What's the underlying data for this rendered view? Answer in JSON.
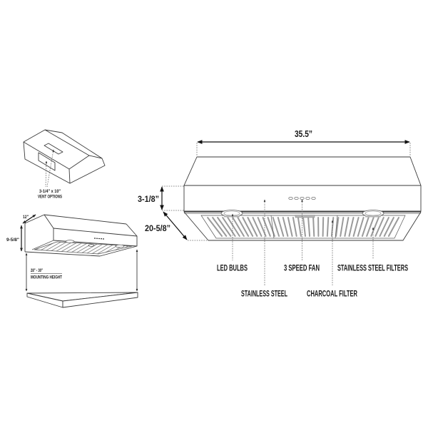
{
  "main_view": {
    "width_dimension": "35.5”",
    "height_dimension": "3-1/8”",
    "depth_dimension": "20-5/8”",
    "callouts": [
      {
        "label": "LED BULBS"
      },
      {
        "label": "3 SPEED FAN"
      },
      {
        "label": "STAINLESS STEEL FILTERS"
      },
      {
        "label": "STAINLESS STEEL"
      },
      {
        "label": "CHARCOAL FILTER"
      }
    ],
    "control_button_count": 5
  },
  "vent_view": {
    "label_line1": "3-1/4\" x 10\"",
    "label_line2": "VENT OPTIONS"
  },
  "install_view": {
    "depth_dimension": "12\"",
    "height_dimension": "9-5/8\"",
    "mounting_range": "28\" - 30\"",
    "mounting_label": "MOUNTING HEIGHT"
  },
  "colors": {
    "background": "#ffffff",
    "line": "#3a3a3a",
    "filter_slat": "#9a9a9a",
    "text": "#1a1a1a"
  }
}
